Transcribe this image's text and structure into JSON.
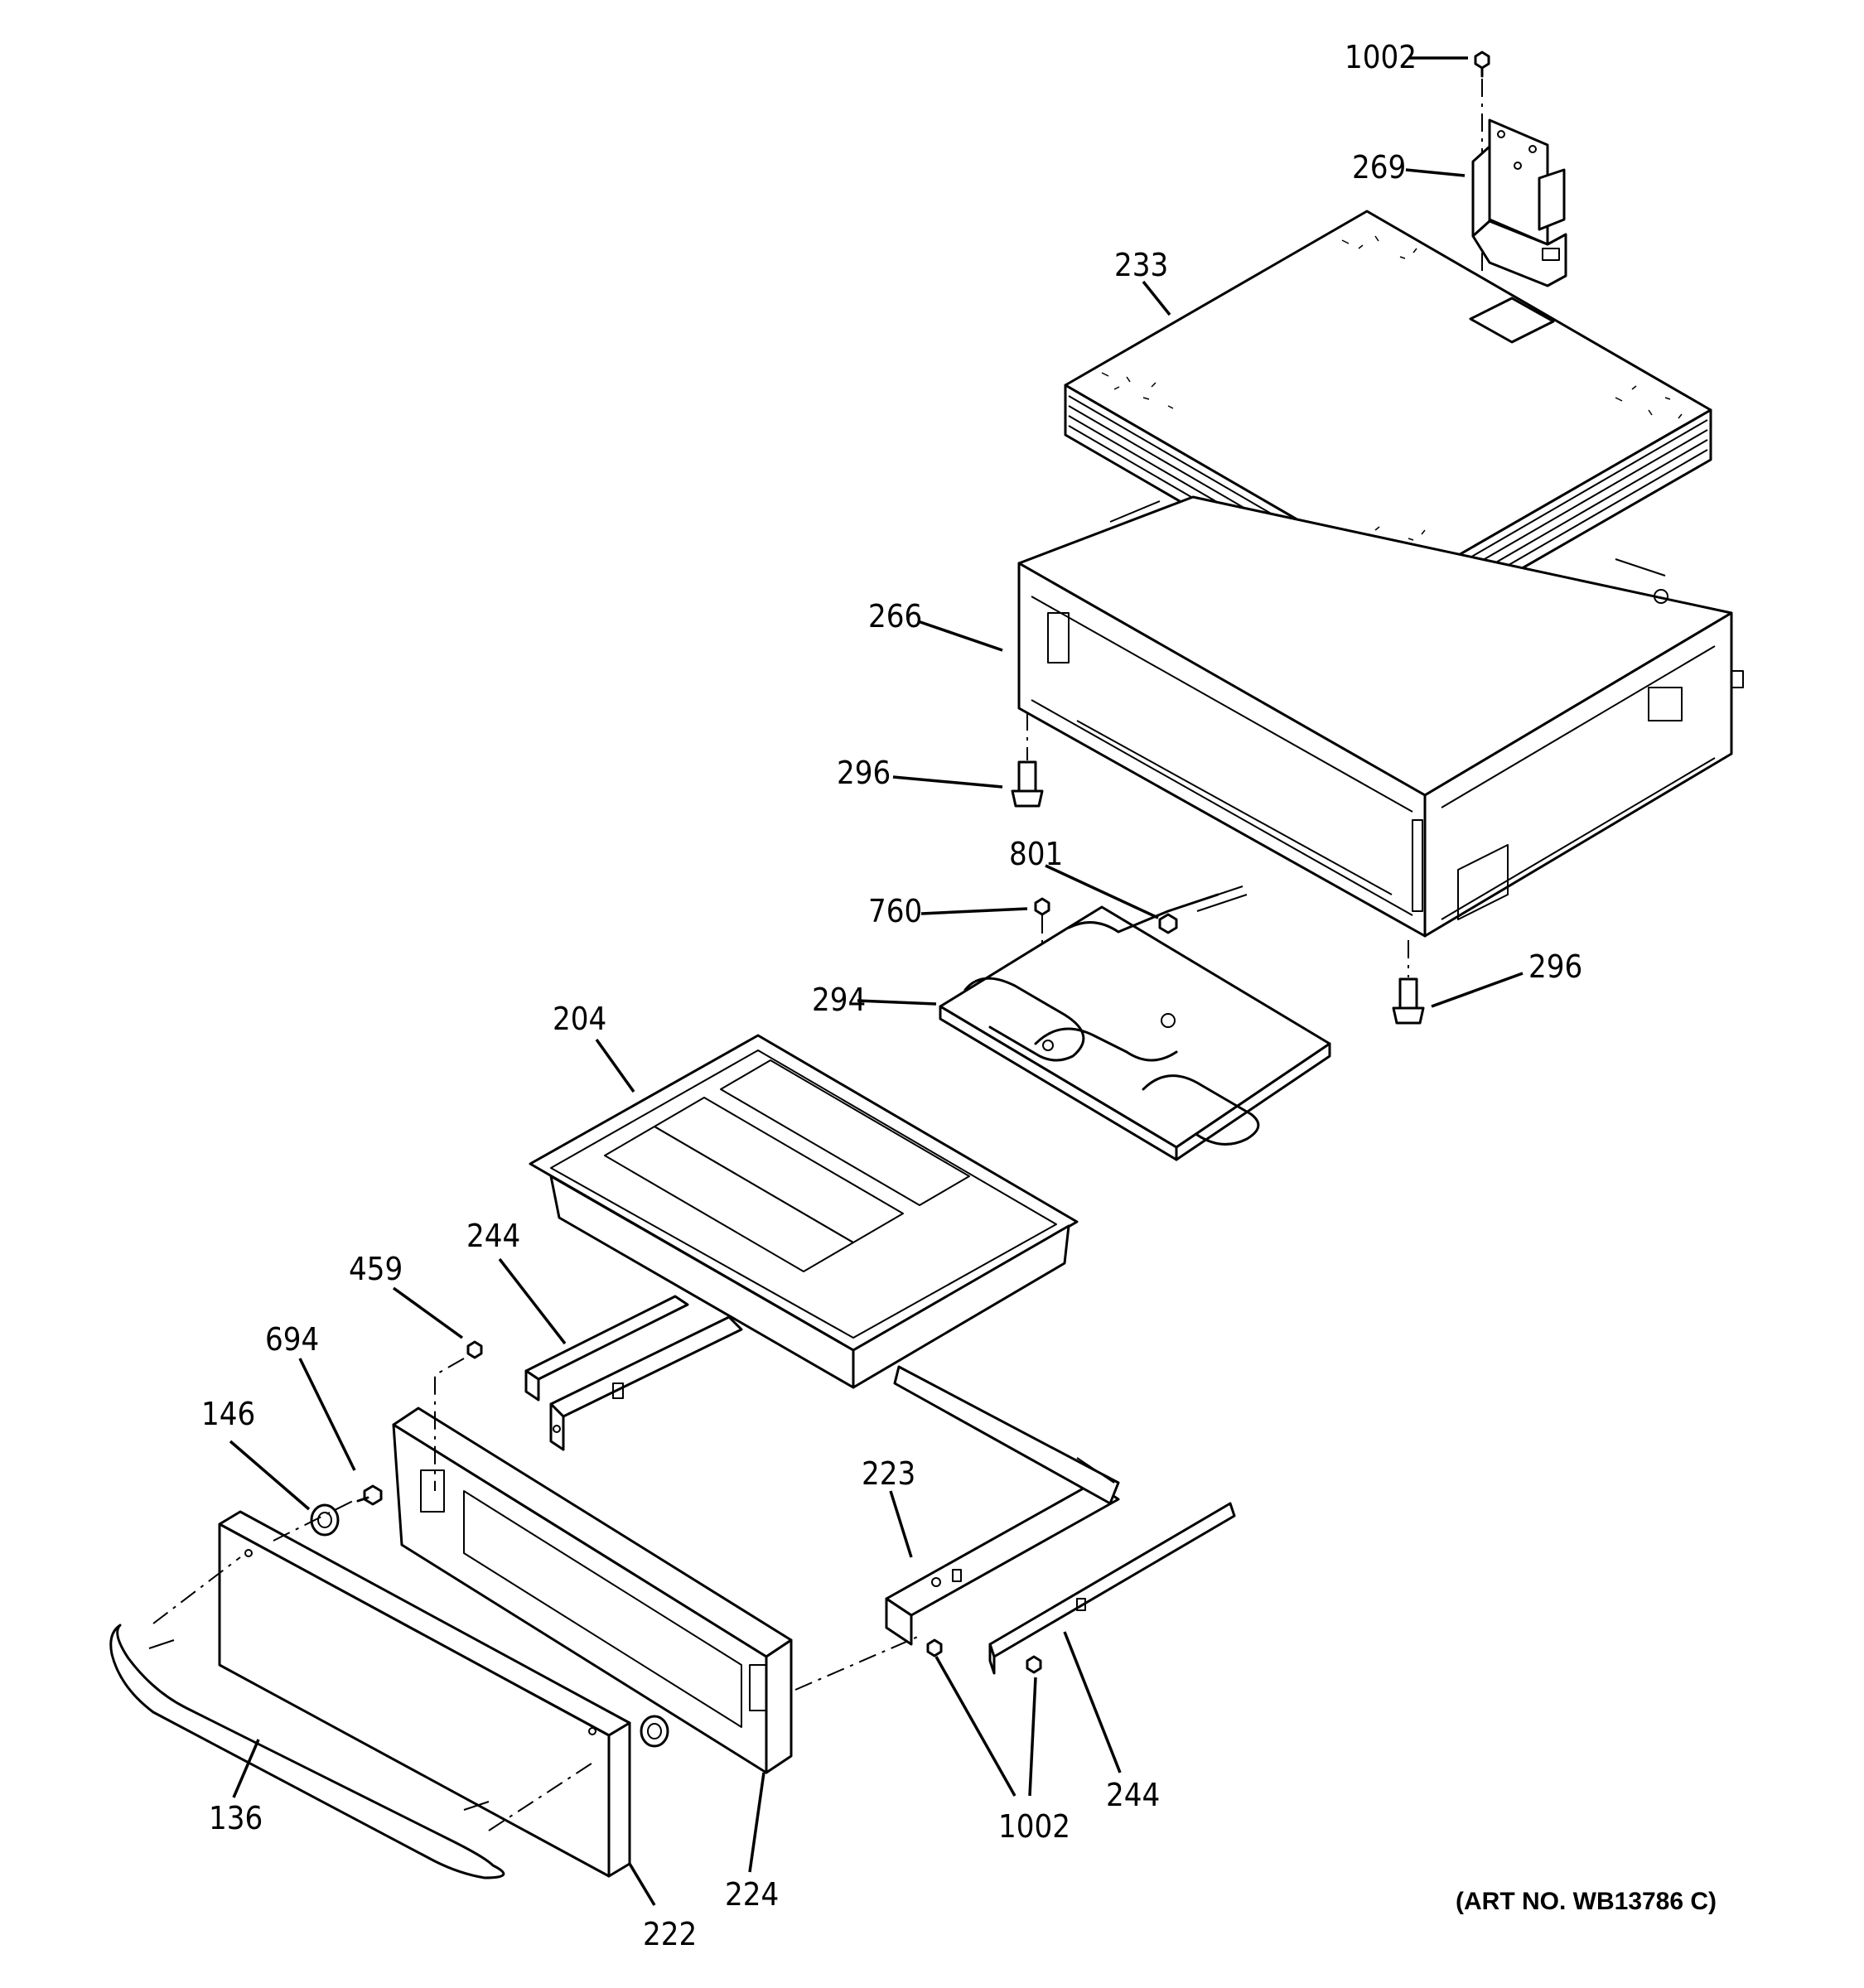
{
  "labels": [
    {
      "id": "1002-top",
      "text": "1002"
    },
    {
      "id": "269",
      "text": "269"
    },
    {
      "id": "233",
      "text": "233"
    },
    {
      "id": "266",
      "text": "266"
    },
    {
      "id": "296-left",
      "text": "296"
    },
    {
      "id": "801",
      "text": "801"
    },
    {
      "id": "760",
      "text": "760"
    },
    {
      "id": "296-right",
      "text": "296"
    },
    {
      "id": "294",
      "text": "294"
    },
    {
      "id": "204",
      "text": "204"
    },
    {
      "id": "244-left",
      "text": "244"
    },
    {
      "id": "459",
      "text": "459"
    },
    {
      "id": "694",
      "text": "694"
    },
    {
      "id": "146",
      "text": "146"
    },
    {
      "id": "223",
      "text": "223"
    },
    {
      "id": "136",
      "text": "136"
    },
    {
      "id": "222",
      "text": "222"
    },
    {
      "id": "224",
      "text": "224"
    },
    {
      "id": "1002-bottom",
      "text": "1002"
    },
    {
      "id": "244-right",
      "text": "244"
    }
  ],
  "art_number": "(ART NO. WB13786 C)"
}
